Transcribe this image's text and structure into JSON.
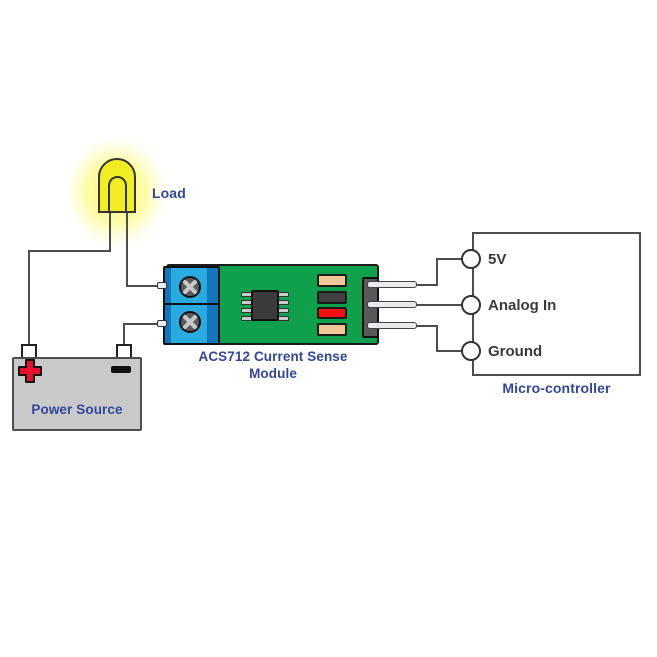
{
  "diagram": {
    "load": {
      "label": "Load",
      "component": "LED"
    },
    "power_source": {
      "label": "Power Source",
      "positive_icon": "plus-icon",
      "negative_icon": "minus-icon"
    },
    "module": {
      "label_line1": "ACS712 Current Sense",
      "label_line2": "Module",
      "terminal_screw_icon": "screw-icon"
    },
    "microcontroller": {
      "label": "Micro-controller",
      "pins": [
        {
          "label": "5V"
        },
        {
          "label": "Analog In"
        },
        {
          "label": "Ground"
        }
      ]
    },
    "colors": {
      "wire": "#4D4D4D",
      "label_blue": "#31479B",
      "label_dark": "#3A3A3A",
      "led_yellow": "#F0EE22",
      "led_glow": "#FAFA82",
      "battery_gray": "#C9C9C9",
      "positive_red": "#E8112D",
      "negative_black": "#111111",
      "pcb_green": "#0FA04C",
      "terminal_blue": "#29ABE2",
      "terminal_blue_dark": "#1176BC",
      "component_tan": "#F2C795",
      "component_red": "#F50F10",
      "component_dark": "#414042",
      "connector_gray": "#58595B",
      "pin_silver": "#E9EAEB"
    }
  }
}
